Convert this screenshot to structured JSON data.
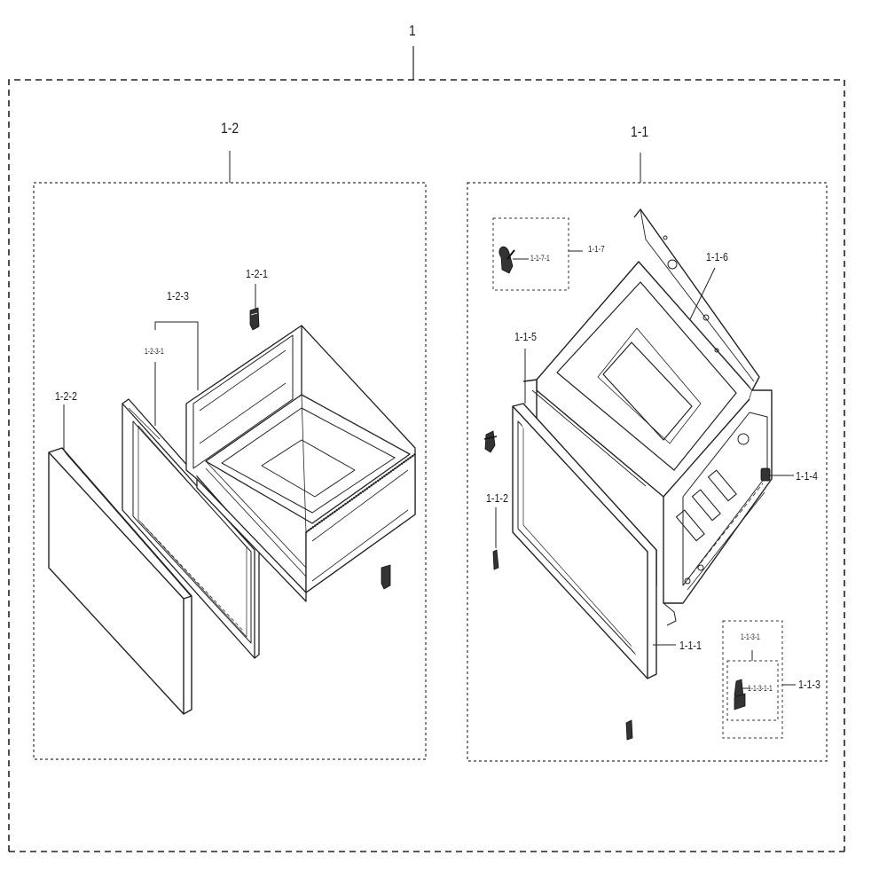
{
  "labels": {
    "assembly": "1",
    "drawer_assembly": "1-2",
    "drawer_clip": "1-2-1",
    "drawer_front_panel": "1-2-2",
    "drawer_frame": "1-2-3",
    "drawer_frame_part": "1-2-3-1",
    "cabinet_assembly": "1-1",
    "hinge_group": "1-1-7",
    "hinge_part": "1-1-7-1",
    "bracket": "1-1-6",
    "front_frame": "1-1-5",
    "connector": "1-1-4",
    "screw": "1-1-2",
    "foot": "1-1-1",
    "leveler_group": "1-1-3",
    "leveler_sub": "1-1-3-1",
    "leveler_part": "1-1-3-1-1"
  }
}
